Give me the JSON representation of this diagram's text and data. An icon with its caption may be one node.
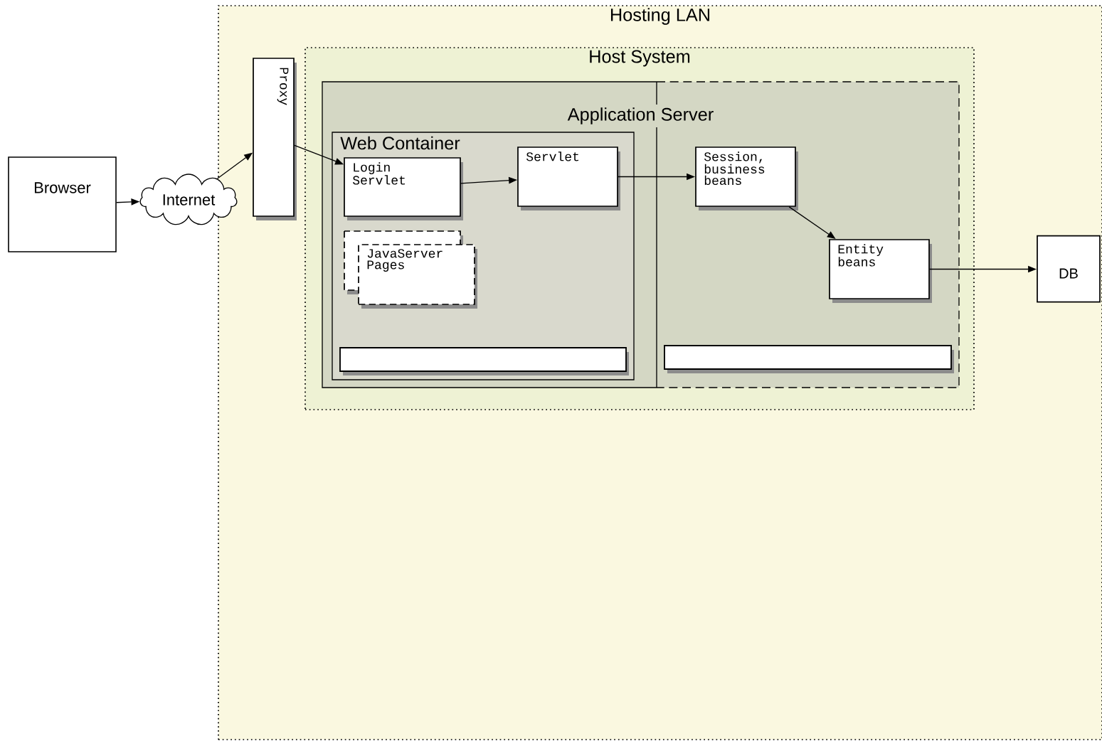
{
  "diagram": {
    "nodes": [
      {
        "text": [
          "Hosting LAN"
        ]
      },
      {
        "text": [
          "Host System"
        ],
        "in": 0
      },
      {
        "text": [
          "Application Server"
        ],
        "in": 1
      },
      {
        "text": [
          "Web Container"
        ],
        "in": 2
      },
      {
        "text": [
          "Login Servlet"
        ],
        "in": 3
      },
      {
        "text": [
          "Servlet"
        ],
        "in": 3
      },
      {
        "text": [
          "JavaServer Pages"
        ],
        "in": 3
      },
      {
        "text": [],
        "shape": "bar",
        "in": 3
      },
      {
        "text": [
          "Session, business beans"
        ],
        "in": 2
      },
      {
        "text": [
          "Entity beans"
        ],
        "in": 2
      },
      {
        "text": [],
        "shape": "bar",
        "in": 2
      },
      {
        "text": [
          "Browser"
        ]
      },
      {
        "text": [
          "Internet"
        ]
      },
      {
        "text": [
          "Proxy"
        ],
        "in": 0
      },
      {
        "text": [
          "DB"
        ],
        "in": 0
      }
    ],
    "edges": [
      {
        "from": 11,
        "to": 12,
        "arrow": "to"
      },
      {
        "from": 12,
        "to": 13,
        "arrow": "to"
      },
      {
        "from": 13,
        "to": 4,
        "arrow": "to"
      },
      {
        "from": 4,
        "to": 5,
        "arrow": "to"
      },
      {
        "from": 5,
        "to": 8,
        "arrow": "to"
      },
      {
        "from": 8,
        "to": 9,
        "arrow": "to"
      },
      {
        "from": 9,
        "to": 14,
        "arrow": "to"
      }
    ]
  }
}
